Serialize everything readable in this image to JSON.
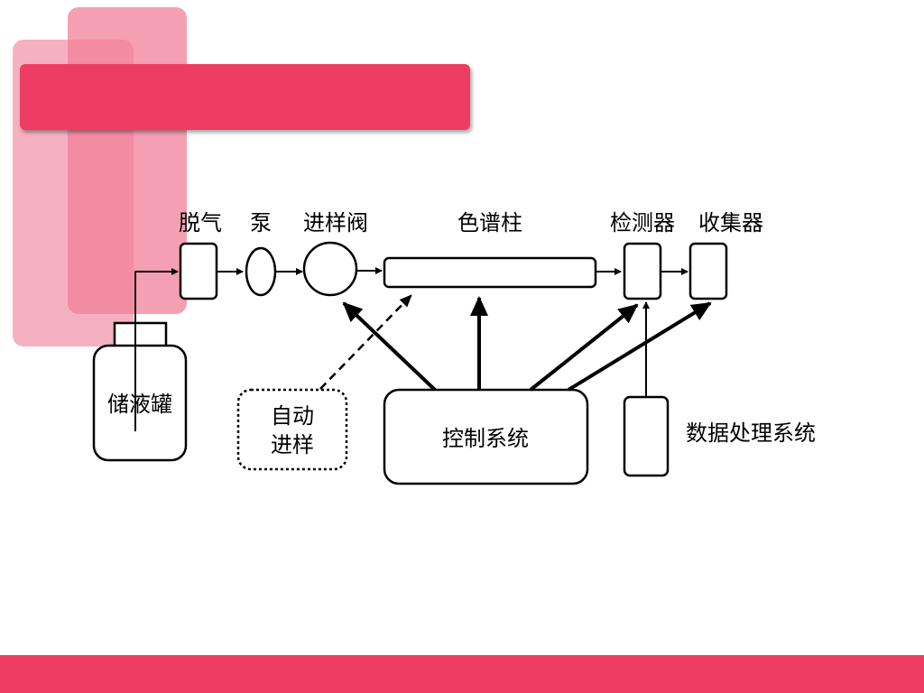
{
  "title": "",
  "labels": {
    "degasser": "脱气",
    "pump": "泵",
    "injector": "进样阀",
    "column": "色谱柱",
    "detector": "检测器",
    "collector": "收集器",
    "reservoir": "储液罐",
    "autosampler_line1": "自动",
    "autosampler_line2": "进样",
    "control_system": "控制系统",
    "data_system": "数据处理系统"
  },
  "colors": {
    "accent": "#ee3d63",
    "accent_light": "#f4a3b5",
    "accent_mid": "#f27f98",
    "stroke": "#000000"
  }
}
